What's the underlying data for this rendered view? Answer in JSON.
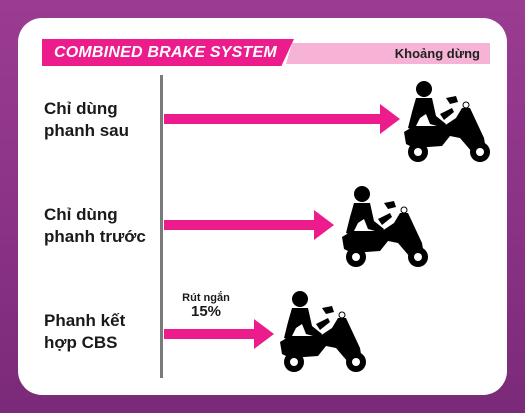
{
  "diagram": {
    "title": "COMBINED BRAKE SYSTEM",
    "header": "Khoảng dừng",
    "rows": [
      {
        "line1": "Chỉ dùng",
        "line2": "phanh sau",
        "distance_rank": 1
      },
      {
        "line1": "Chỉ dùng",
        "line2": "phanh trước",
        "distance_rank": 2
      },
      {
        "line1": "Phanh kết",
        "line2": "hợp CBS",
        "distance_rank": 3
      }
    ],
    "reduction_note": {
      "label": "Rút ngắn",
      "value": "15%"
    },
    "icons": [
      "scooter-rider-icon"
    ],
    "colors": {
      "accent": "#ec1c8c",
      "header_bg": "#f7b3d6",
      "frame": "#8a3286"
    }
  }
}
